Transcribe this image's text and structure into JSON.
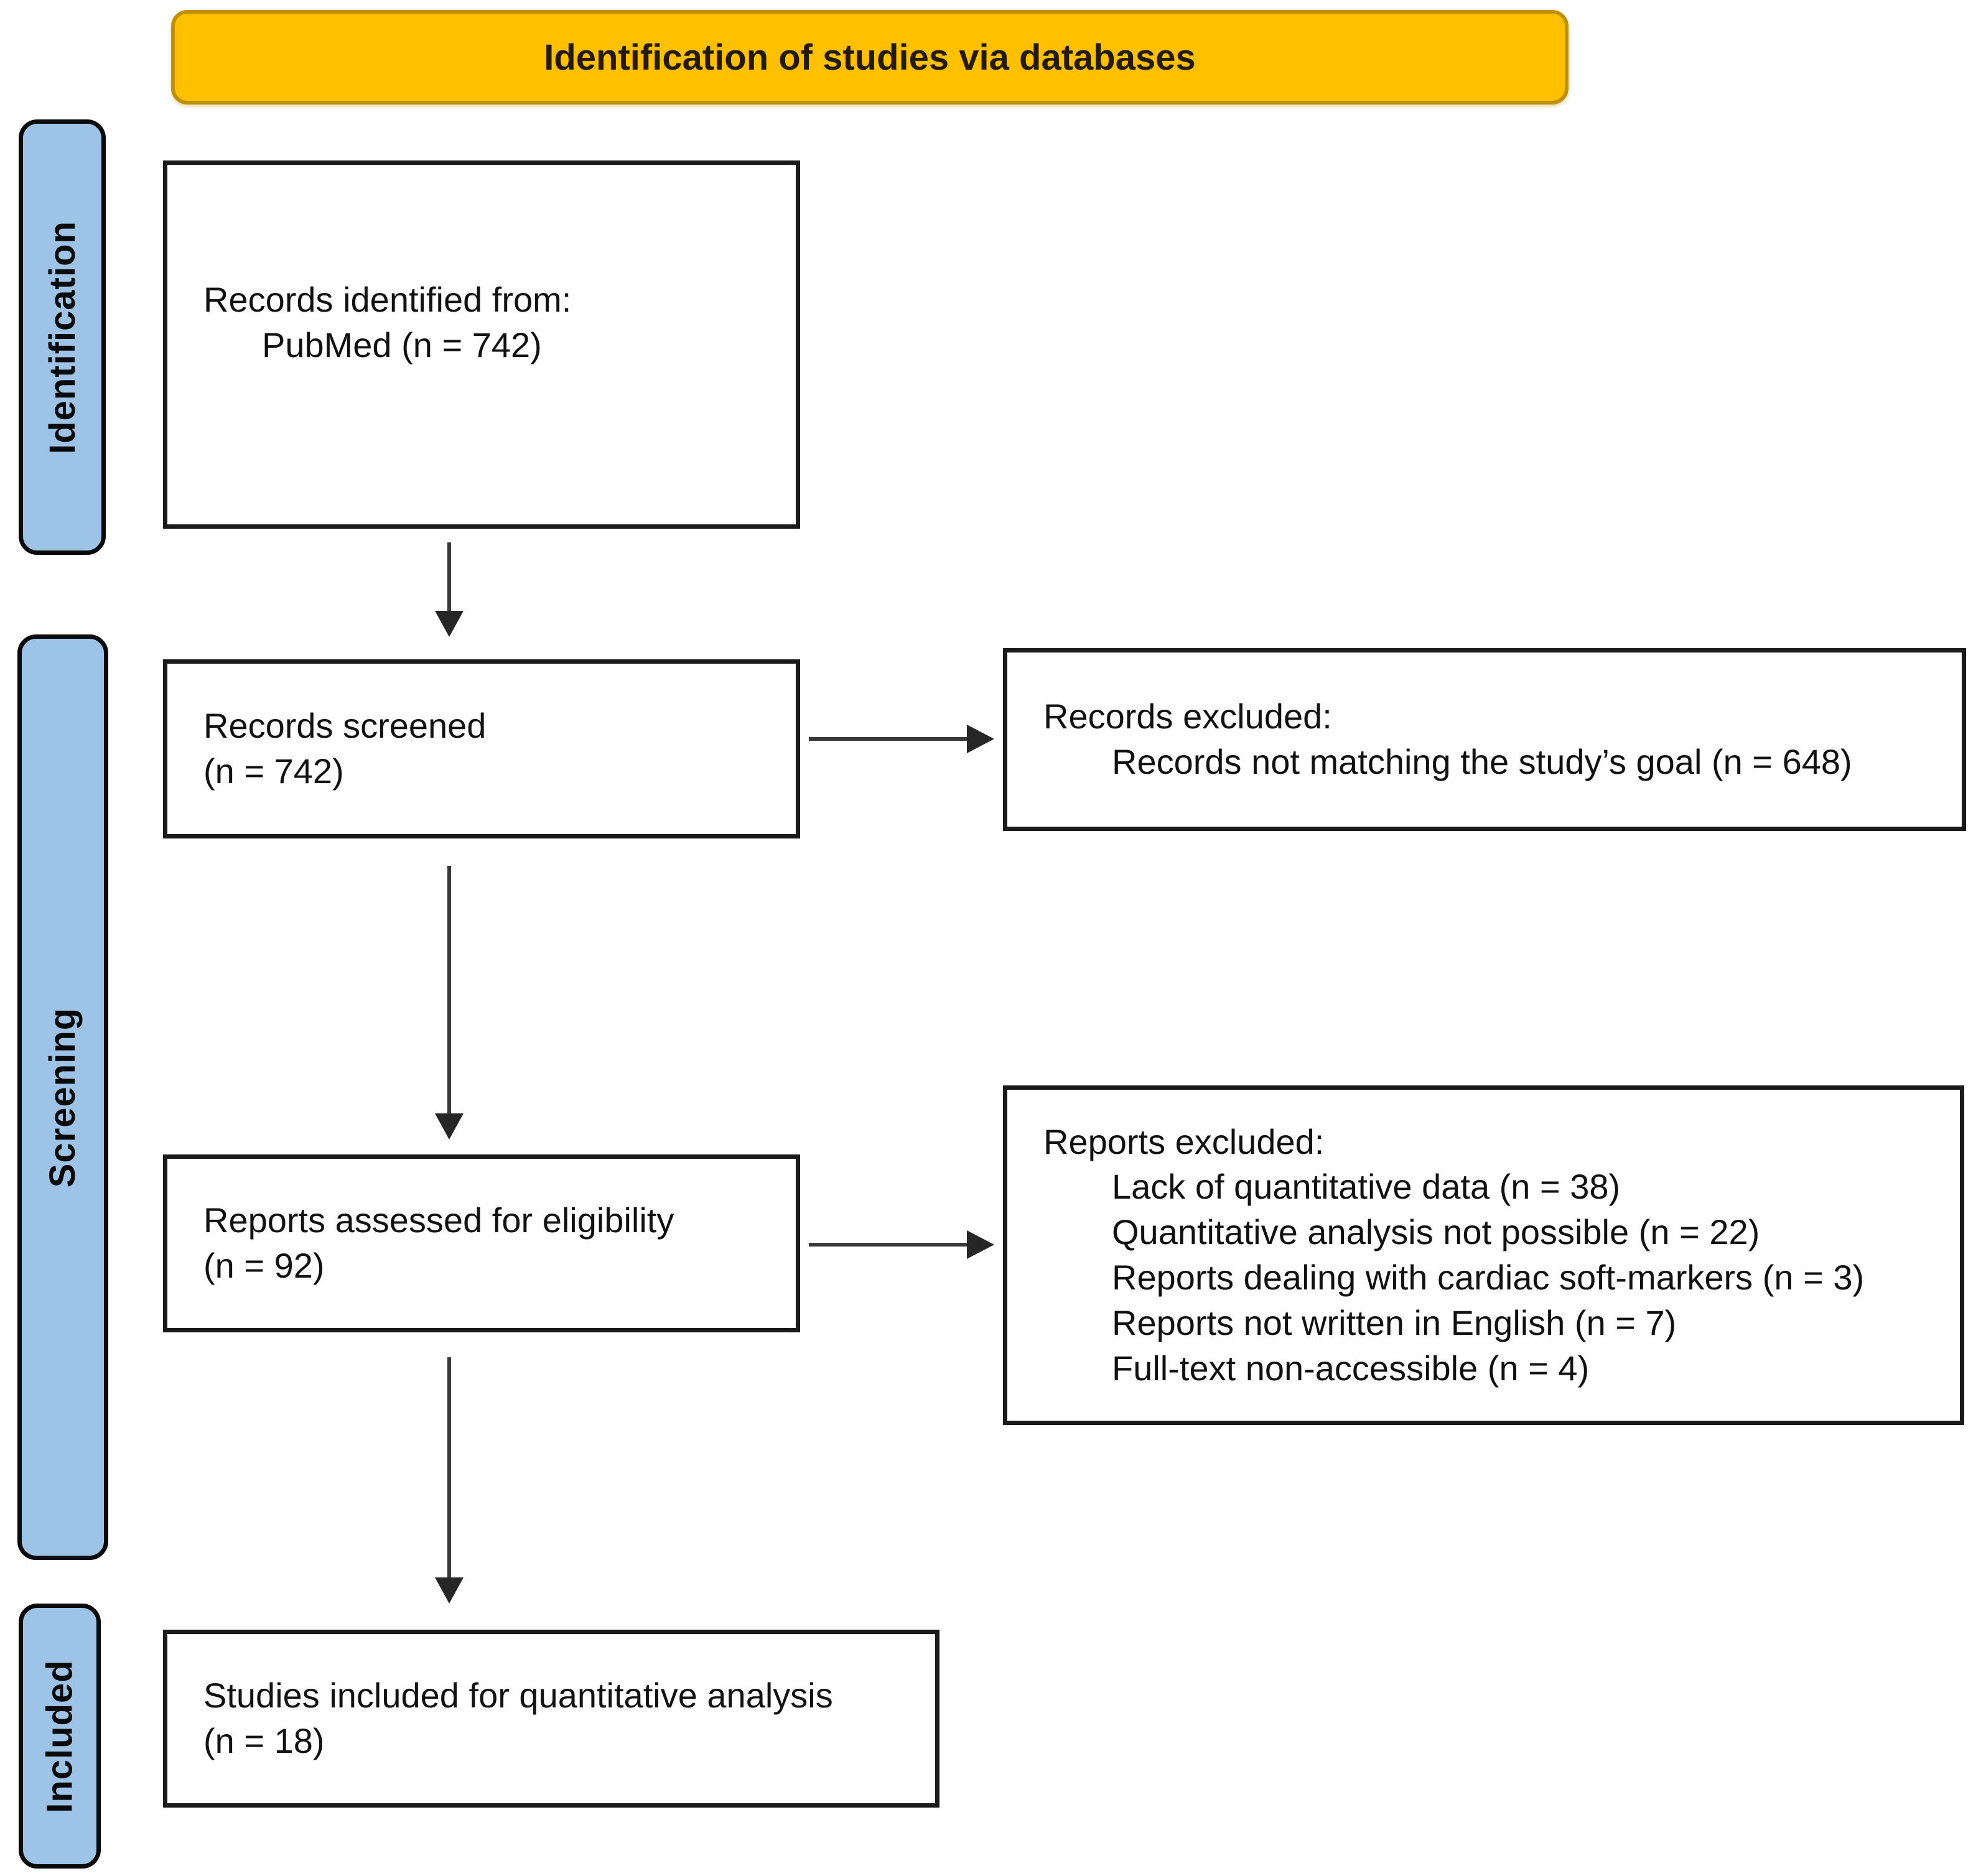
{
  "banner": {
    "label": "Identification of studies via databases"
  },
  "stages": [
    {
      "label": "Identification"
    },
    {
      "label": "Screening"
    },
    {
      "label": "Included"
    }
  ],
  "boxes": {
    "records_identified": {
      "line1": "Records identified from:",
      "line2": "PubMed (n = 742)"
    },
    "records_screened": {
      "line1": "Records screened",
      "line2": "(n = 742)"
    },
    "records_excluded": {
      "title": "Records excluded:",
      "items": [
        "Records not matching the study’s goal (n = 648)"
      ]
    },
    "reports_assessed": {
      "line1": "Reports assessed for eligibility",
      "line2": "(n = 92)"
    },
    "reports_excluded": {
      "title": "Reports excluded:",
      "items": [
        "Lack of quantitative data (n = 38)",
        "Quantitative analysis not possible (n = 22)",
        "Reports dealing with cardiac soft-markers (n = 3)",
        "Reports not written in English (n = 7)",
        "Full-text non-accessible (n = 4)"
      ]
    },
    "studies_included": {
      "line1": "Studies included for quantitative analysis",
      "line2": "(n = 18)"
    }
  },
  "colors": {
    "banner_fill": "#FFC000",
    "banner_border": "#BF9000",
    "stage_fill": "#9DC3E6",
    "box_border": "#1A1A1A",
    "arrow": "#3A3A3A"
  }
}
